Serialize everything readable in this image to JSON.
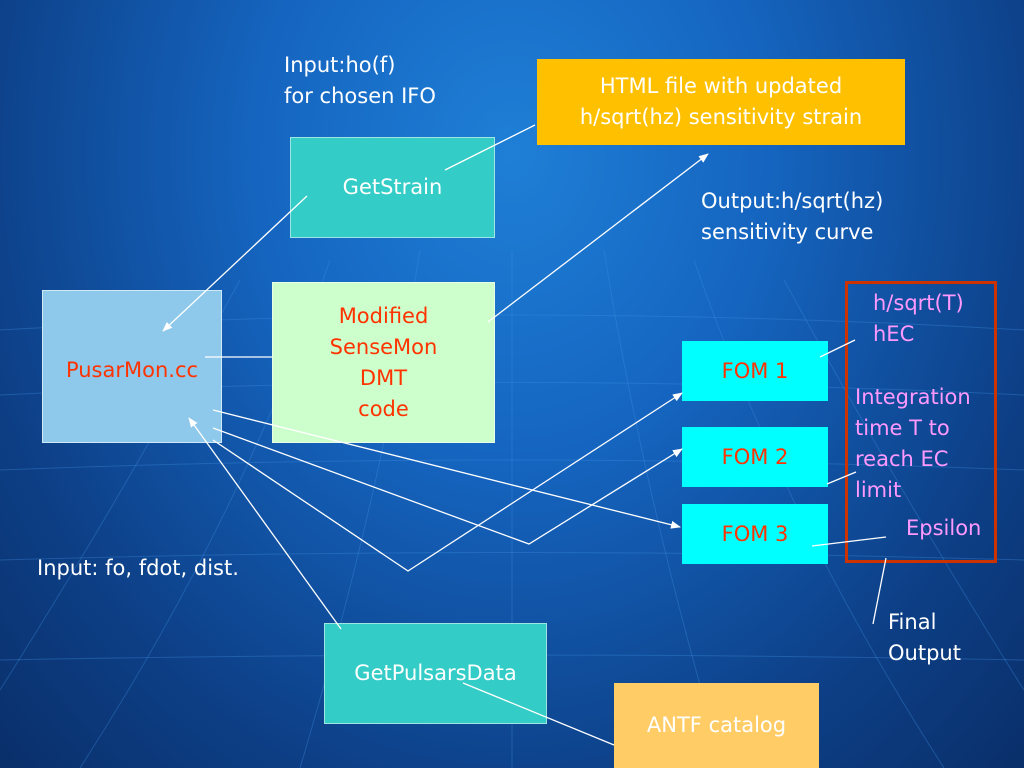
{
  "boxes": {
    "get_strain": "GetStrain",
    "pusarmon": "PusarMon.cc",
    "modified_sensemon": "Modified\nSenseMon\nDMT\ncode",
    "html_file": "HTML file with  updated\nh/sqrt(hz) sensitivity strain",
    "fom1": "FOM 1",
    "fom2": "FOM 2",
    "fom3": "FOM 3",
    "get_pulsars_data": "GetPulsarsData",
    "antf_catalog": "ANTF catalog"
  },
  "labels": {
    "input_ho": "Input:ho(f)\nfor chosen IFO",
    "output_curve": "Output:h/sqrt(hz)\nsensitivity curve",
    "input_fo": "Input: fo, fdot, dist.",
    "hsqrt_hec": "h/sqrt(T)\nhEC",
    "integration": "Integration\ntime T to\nreach EC\nlimit",
    "epsilon": "Epsilon",
    "final_output": "Final\nOutput"
  },
  "colors": {
    "background": "#1565c0",
    "teal_box": "#33ccc7",
    "light_blue_box": "#8ec8ea",
    "light_green_box": "#ccffcc",
    "orange_box": "#ffc000",
    "light_orange_box": "#ffcc66",
    "cyan_box": "#00ffff",
    "red_text": "#ff3300",
    "pink_text": "#ff99ff",
    "result_frame": "#cc3300"
  }
}
